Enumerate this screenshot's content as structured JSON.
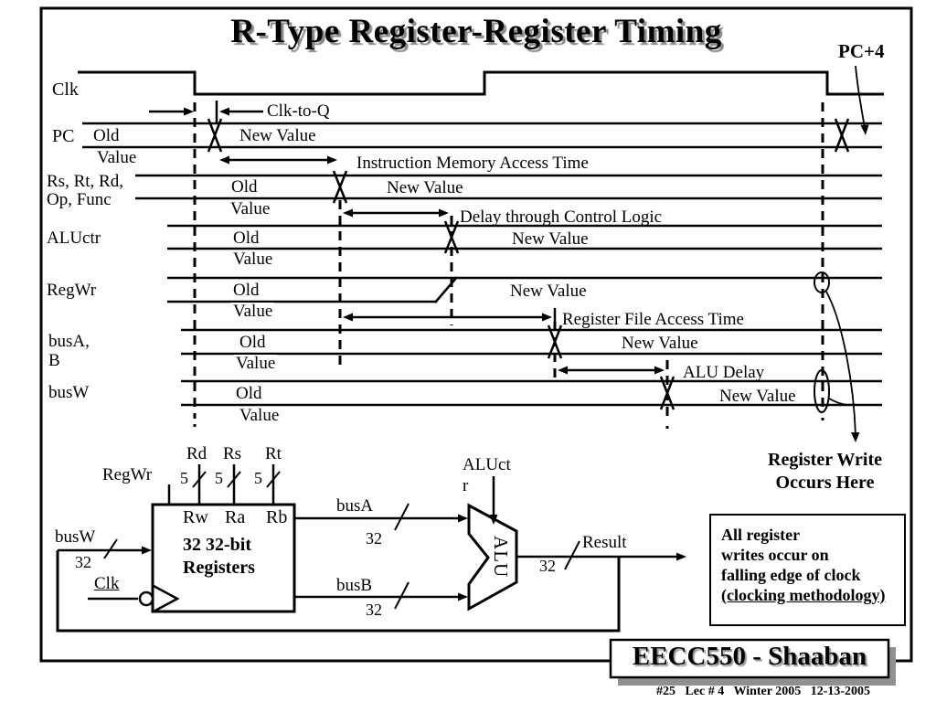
{
  "slide": {
    "title": "R-Type Register-Register Timing",
    "pc_plus_4_label": "PC+4"
  },
  "timing": {
    "clk_label": "Clk",
    "signals": [
      {
        "label": "PC",
        "old": "Old",
        "value": "Value",
        "new_value": "New Value"
      },
      {
        "label_line1": "Rs, Rt, Rd,",
        "label_line2": "Op, Func",
        "old": "Old",
        "value": "Value",
        "new_value": "New Value"
      },
      {
        "label": "ALUctr",
        "old": "Old",
        "value": "Value",
        "new_value": "New Value"
      },
      {
        "label": "RegWr",
        "old": "Old",
        "value": "Value",
        "new_value": "New Value"
      },
      {
        "label_line1": "busA,",
        "label_line2": "B",
        "old": "Old",
        "value": "Value",
        "new_value": "New Value"
      },
      {
        "label": "busW",
        "old": "Old",
        "value": "Value",
        "new_value": "New Value"
      }
    ],
    "annotations": {
      "clk_to_q": "Clk-to-Q",
      "instruction_memory": "Instruction Memory Access Time",
      "control_logic": "Delay through Control Logic",
      "register_file": "Register File Access Time",
      "alu_delay": "ALU Delay",
      "register_write_line1": "Register Write",
      "register_write_line2": "Occurs Here"
    }
  },
  "datapath": {
    "regwr_label": "RegWr",
    "rd_label": "Rd",
    "rs_label": "Rs",
    "rt_label": "Rt",
    "bus_width_5": "5",
    "rw_label": "Rw",
    "ra_label": "Ra",
    "rb_label": "Rb",
    "regfile_line1": "32 32-bit",
    "regfile_line2": "Registers",
    "busw_label": "busW",
    "busa_label": "busA",
    "busb_label": "busB",
    "bus_width_32": "32",
    "clk_label": "Clk",
    "aluctr_line1": "ALUct",
    "aluctr_line2": "r",
    "alu_label": "ALU",
    "result_label": "Result",
    "note": {
      "line1": "All register",
      "line2": "writes occur on",
      "line3": "falling edge of clock",
      "line4": "(clocking methodology)"
    }
  },
  "footer": {
    "course": "EECC550 - Shaaban",
    "meta": "#25   Lec # 4   Winter 2005   12-13-2005"
  },
  "colors": {
    "ink": "#000000",
    "shadow_gray": "#909090",
    "background": "#ffffff"
  }
}
